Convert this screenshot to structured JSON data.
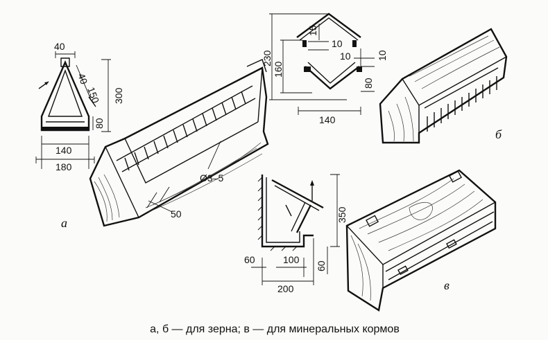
{
  "figure_a": {
    "label": "а",
    "dims": {
      "top": "40",
      "side_a": "40",
      "side_b": "150",
      "height": "300",
      "base_h": "80",
      "inner_w": "140",
      "outer_w": "180",
      "rod": "Ø3–5",
      "spacing": "50"
    }
  },
  "figure_b": {
    "label": "б",
    "dims": {
      "height": "230",
      "peak": "15",
      "gap1": "10",
      "gap2": "10",
      "gap3": "10",
      "inner_h": "160",
      "base_h": "80",
      "width": "140"
    }
  },
  "figure_v": {
    "label": "в",
    "dims": {
      "height": "350",
      "left": "60",
      "inner": "100",
      "base_h": "60",
      "width": "200"
    }
  },
  "caption": "а, б — для зерна; в — для минеральных кормов"
}
